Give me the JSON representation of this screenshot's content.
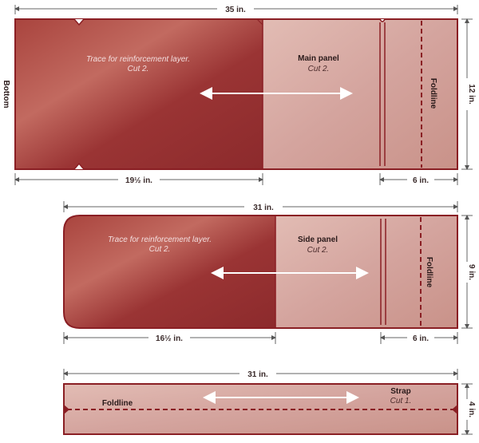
{
  "colors": {
    "dark_fill": "#9a3434",
    "light_fill": "#d4a49e",
    "outline": "#8a1f24",
    "foldline": "#8a1f24",
    "arrow": "#ffffff",
    "dim_text": "#3a2a2a"
  },
  "main_pattern": {
    "top_dim": "35 in.",
    "side_dim": "12 in.",
    "bottom_dim_left": "19½ in.",
    "bottom_dim_right": "6 in.",
    "bottom_label": "Bottom",
    "trace_line1": "Trace for reinforcement layer.",
    "trace_line2": "Cut 2.",
    "panel_title": "Main panel",
    "panel_cut": "Cut 2.",
    "foldline": "Foldline"
  },
  "side_pattern": {
    "top_dim": "31 in.",
    "side_dim": "9 in.",
    "bottom_dim_left": "16½ in.",
    "bottom_dim_right": "6 in.",
    "trace_line1": "Trace for reinforcement layer.",
    "trace_line2": "Cut 2.",
    "panel_title": "Side panel",
    "panel_cut": "Cut 2.",
    "foldline": "Foldline"
  },
  "strap_pattern": {
    "top_dim": "31 in.",
    "side_dim": "4 in.",
    "foldline": "Foldline",
    "title": "Strap",
    "cut": "Cut 1."
  }
}
